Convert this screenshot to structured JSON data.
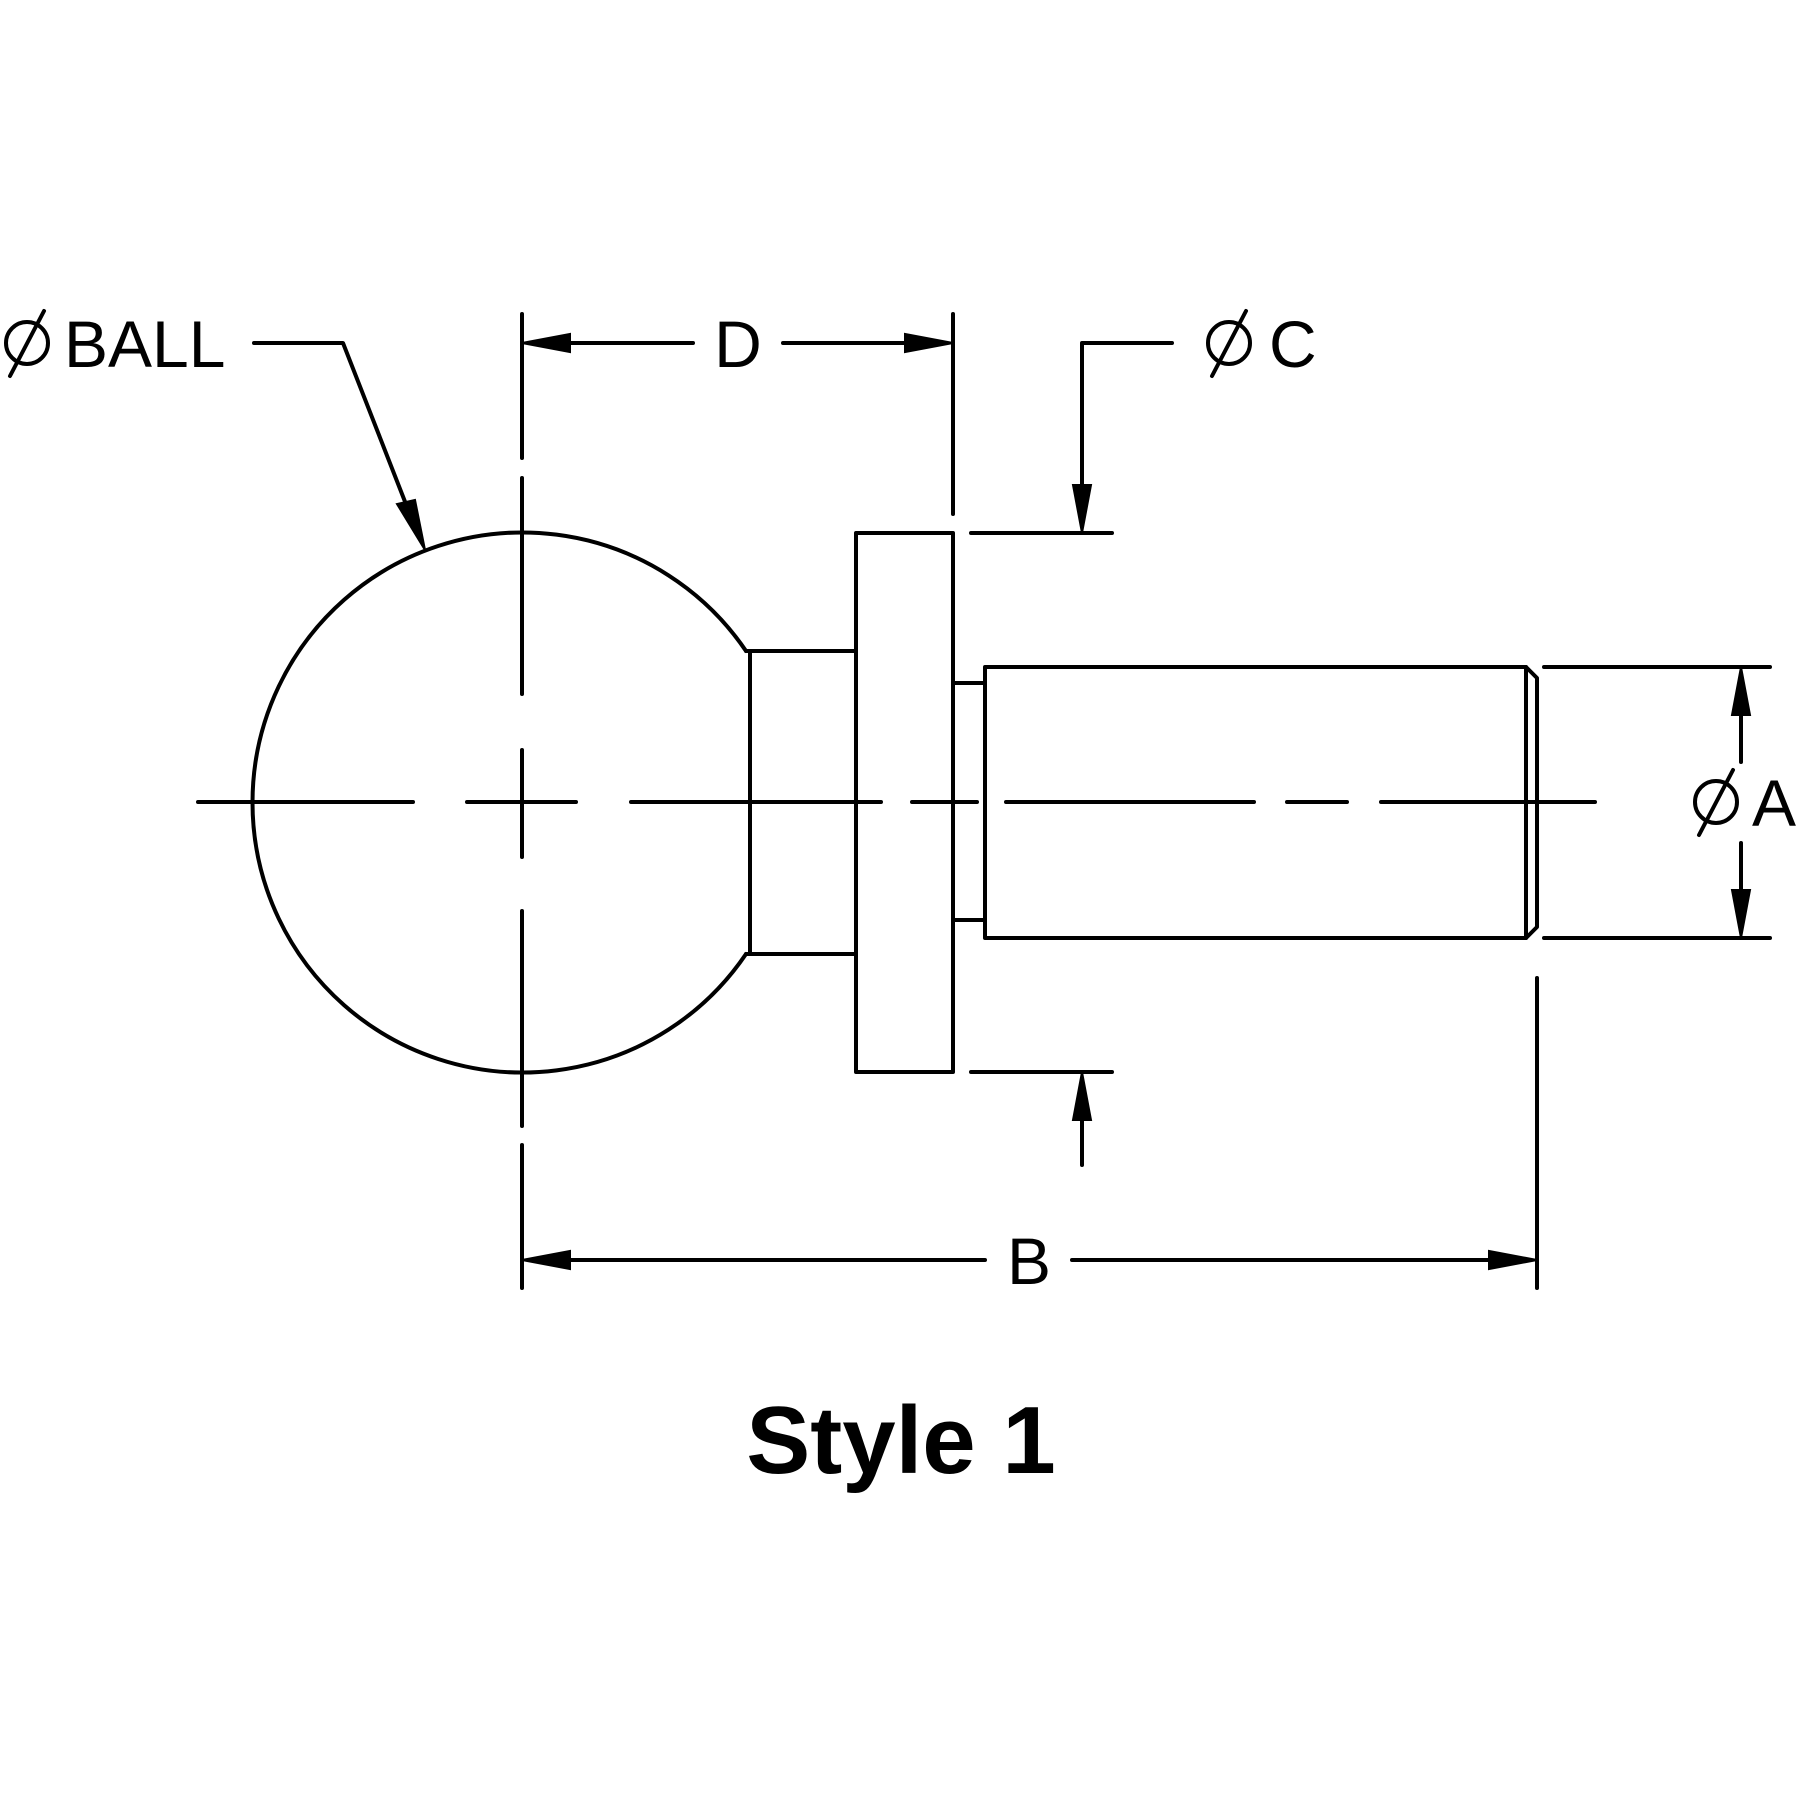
{
  "labels": {
    "ball_diameter": "BALL",
    "dim_a": "A",
    "dim_b": "B",
    "dim_c": "C",
    "dim_d": "D"
  },
  "caption": "Style 1",
  "icons": {
    "diameter_symbol": "diameter-symbol-icon"
  },
  "colors": {
    "line": "#000000",
    "background": "#ffffff"
  }
}
